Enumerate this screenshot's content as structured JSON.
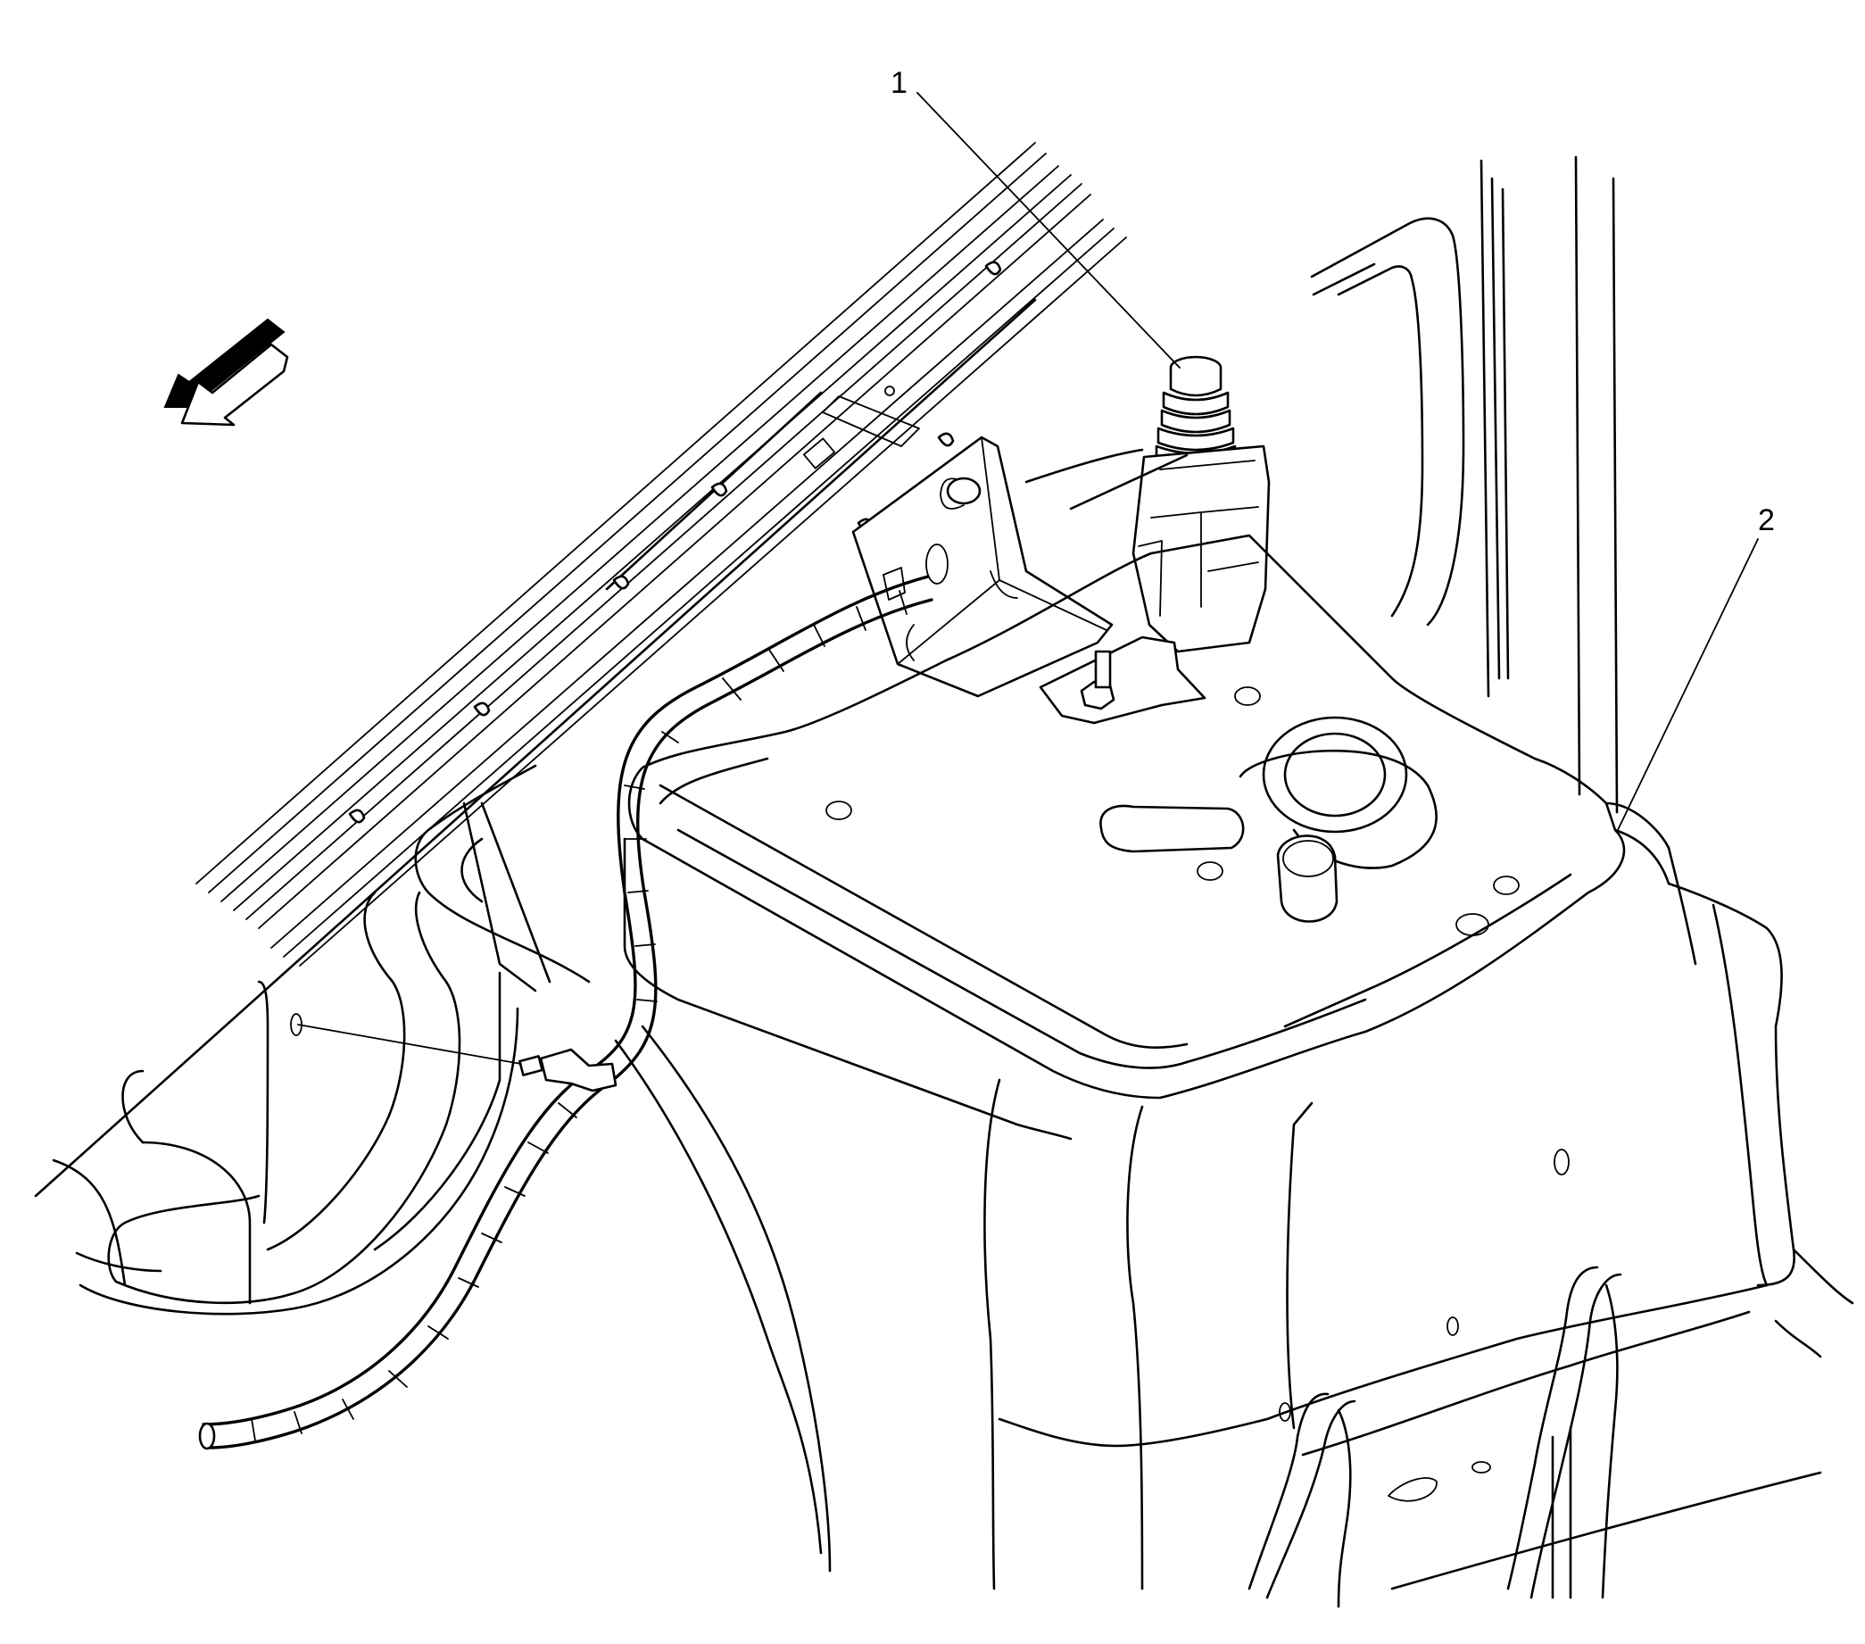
{
  "callouts": [
    {
      "id": "1",
      "label": "1"
    },
    {
      "id": "2",
      "label": "2"
    }
  ],
  "icons": {
    "direction_arrow": "front-direction-arrow-icon"
  },
  "colors": {
    "line": "#000000",
    "background": "#ffffff"
  }
}
